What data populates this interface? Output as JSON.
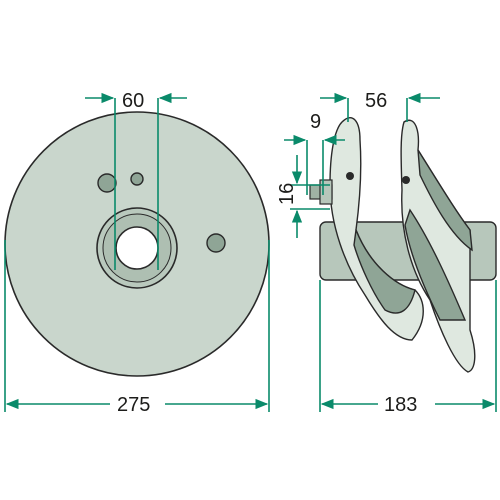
{
  "dimensions": {
    "hub_bore_spacing": "60",
    "outer_diameter": "275",
    "thickness": "9",
    "offset": "56",
    "hole_size": "16",
    "total_width": "183"
  },
  "colors": {
    "dimension_line": "#0a8a6a",
    "part_fill": "#c9d6cc",
    "part_shadow": "#8fa596",
    "watermark": "#b8c4b0"
  },
  "icons": {
    "watermark": "leaf-logo-watermark"
  }
}
